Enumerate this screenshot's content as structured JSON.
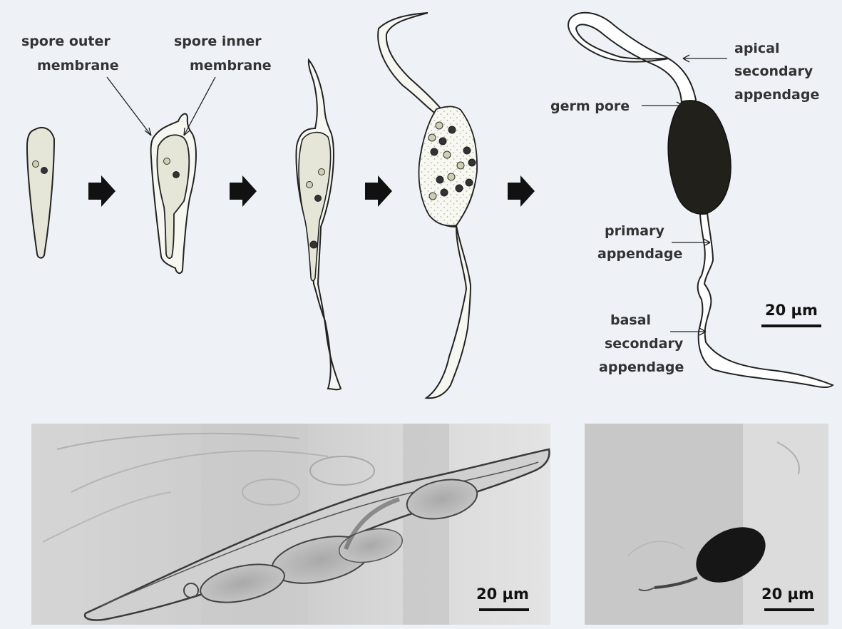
{
  "labels": {
    "spore_outer_membrane": [
      "spore outer",
      "membrane"
    ],
    "spore_inner_membrane": [
      "spore inner",
      "membrane"
    ],
    "apical_secondary_appendage": [
      "apical",
      "secondary",
      "appendage"
    ],
    "germ_pore": "germ pore",
    "primary_appendage": [
      "primary",
      "appendage"
    ],
    "basal_secondary_appendage": [
      "basal",
      "secondary",
      "appendage"
    ]
  },
  "scale_bars": {
    "diagram": "20 µm",
    "micrograph_left": "20 µm",
    "micrograph_right": "20 µm"
  },
  "colors": {
    "background": "#eef2f6",
    "cell_fill": "#e6e6d8",
    "dark_spore": "#22201a",
    "arrow": "#111111",
    "outline": "#222222"
  },
  "icons": [
    "process-arrow-icon"
  ]
}
